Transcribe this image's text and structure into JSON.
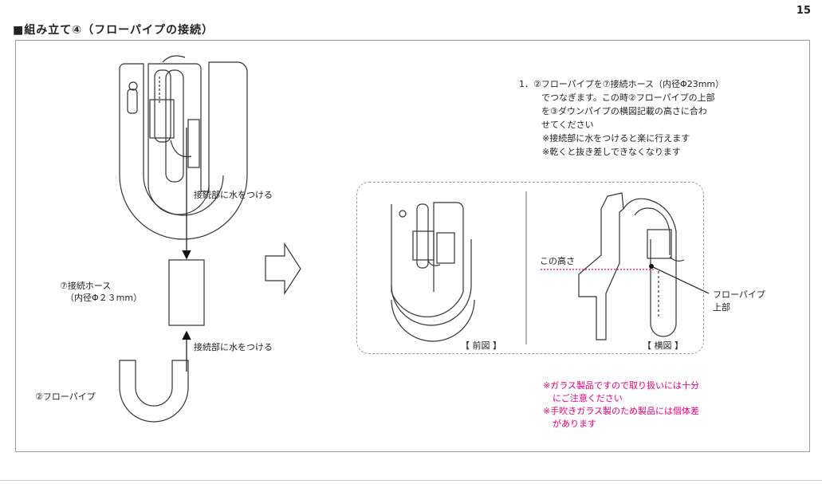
{
  "page_number": "15",
  "section_title": "■組み立て④（フローパイプの接続）",
  "instructions": {
    "lines": [
      "1．②フローパイプを⑦接続ホース（内径Φ23mm）",
      "でつなぎます。この時②フローパイプの上部",
      "を③ダウンパイプの横図記載の高さに合わ",
      "せてください"
    ],
    "notes": [
      "※接続部に水をつけると楽に行えます",
      "※乾くと抜き差しできなくなります"
    ]
  },
  "labels": {
    "water_top": "接続部に水をつける",
    "water_bottom": "接続部に水をつける",
    "hose_name": "⑦接続ホース",
    "hose_size": "（内径Φ２３mm）",
    "flow_pipe": "②フローパイプ",
    "this_height": "この高さ",
    "flow_pipe_top_1": "フローパイプ",
    "flow_pipe_top_2": "上部",
    "front_view": "【 前図 】",
    "side_view": "【 横図 】"
  },
  "caution": {
    "lines": [
      "※ガラス製品ですので取り扱いには十分",
      "にご注意ください",
      "※手吹きガラス製のため製品には個体差",
      "があります"
    ],
    "color": "#e5007f"
  }
}
